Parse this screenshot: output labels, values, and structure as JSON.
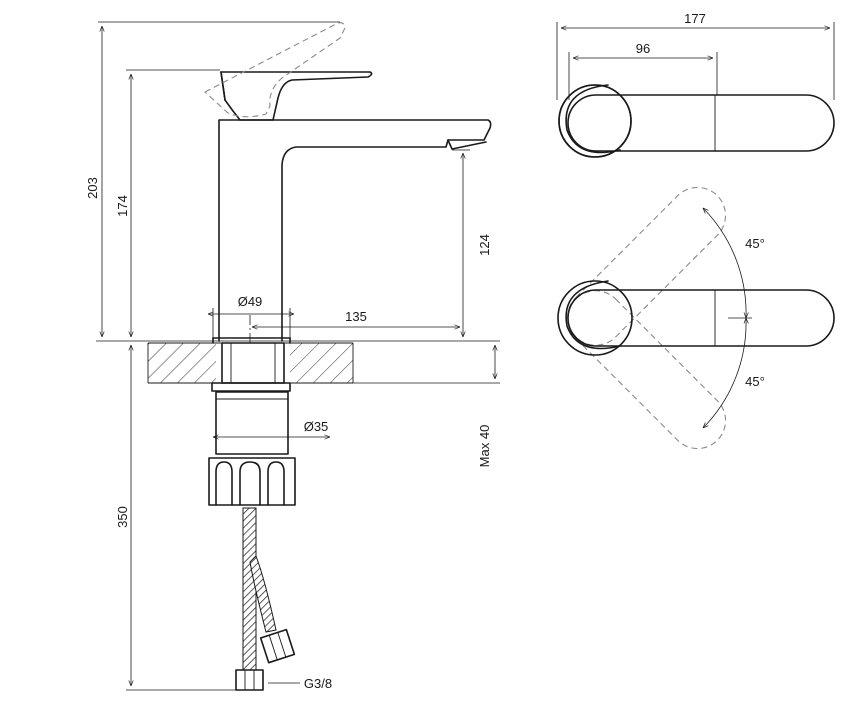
{
  "dimensions": {
    "total_height": "203",
    "spout_height": "174",
    "outlet_height": "124",
    "body_diameter": "Ø49",
    "spout_reach": "135",
    "mount_diameter": "Ø35",
    "max_thickness": "Max 40",
    "hose_length": "350",
    "thread": "G3/8",
    "top_width": "177",
    "lever_length": "96",
    "angle_upper": "45°",
    "angle_lower": "45°"
  }
}
